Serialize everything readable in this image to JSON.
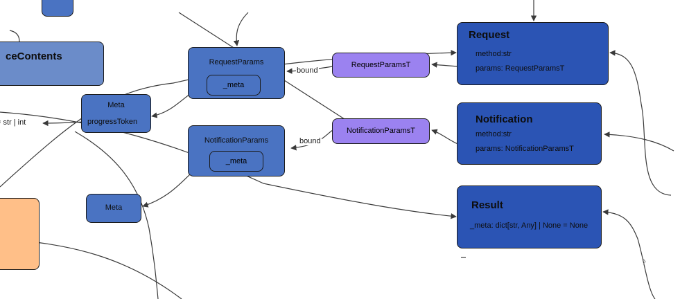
{
  "nodes": {
    "resource_contents": {
      "label": "ceContents"
    },
    "request_params": {
      "title": "RequestParams",
      "field": "_meta"
    },
    "meta_top": {
      "title": "Meta",
      "field": "progressToken"
    },
    "notification_params": {
      "title": "NotificationParams",
      "field": "_meta"
    },
    "meta_bottom": {
      "title": "Meta"
    },
    "request_params_t": {
      "label": "RequestParamsT"
    },
    "notification_params_t": {
      "label": "NotificationParamsT"
    },
    "request": {
      "title": "Request",
      "lines": [
        "method:str",
        "params: RequestParamsT"
      ]
    },
    "notification": {
      "title": "Notification",
      "lines": [
        "method:str",
        "params: NotificationParamsT"
      ]
    },
    "result": {
      "title": "Result",
      "lines": [
        "_meta: dict[str, Any] | None = None"
      ]
    }
  },
  "edge_labels": {
    "bound_top": "bound",
    "bound_bottom": "bound"
  },
  "free_text": {
    "progress_token_type": "= str | int"
  },
  "colors": {
    "light_blue": "#6b8cc9",
    "mid_blue": "#4a73c2",
    "dark_blue": "#2b54b4",
    "purple": "#9b82f0",
    "orange": "#ffbf88",
    "edge": "#3a3a3a"
  }
}
